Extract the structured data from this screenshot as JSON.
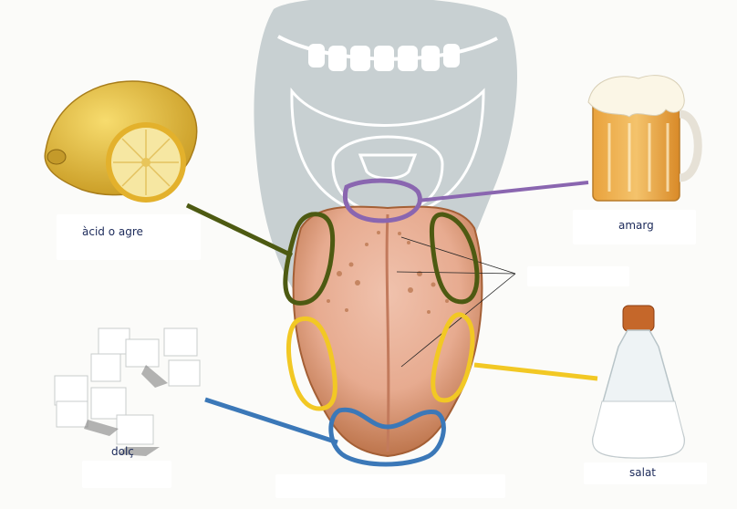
{
  "labels": {
    "sour": "àcid o agre",
    "bitter": "amarg",
    "sweet": "dolç",
    "salty": "salat"
  },
  "zone_colors": {
    "sour": "#4d5a12",
    "bitter": "#8a66b0",
    "sweet": "#3b78b8",
    "salty": "#f2c824"
  },
  "images": {
    "lemon": "lemon-icon",
    "beer": "beer-mug-icon",
    "sugar": "sugar-cubes-icon",
    "salt": "salt-shaker-icon"
  }
}
